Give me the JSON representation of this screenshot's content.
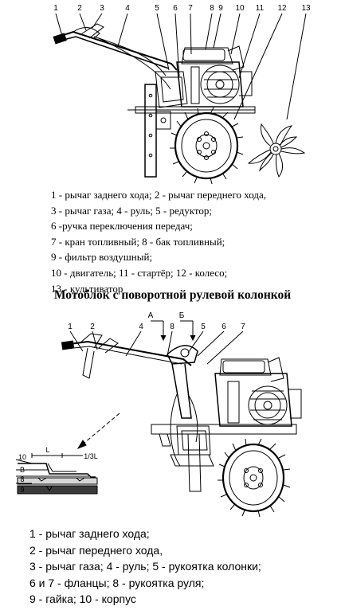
{
  "top_diagram": {
    "callouts": [
      "1",
      "2",
      "3",
      "4",
      "5",
      "6",
      "7",
      "8",
      "9",
      "10",
      "11",
      "12",
      "13"
    ]
  },
  "legend_top": [
    "1 - рычаг заднего хода; 2 - рычаг переднего хода,",
    "3 - рычаг газа; 4 - руль; 5 - редуктор;",
    "6 -ручка переключения передач;",
    "7 - кран топливный; 8 - бак топливный;",
    "9 - фильтр воздушный;",
    "10 - двигатель; 11 - стартёр; 12 - колесо;",
    "13 - культиватор"
  ],
  "section_title": "Мотоблок с поворотной рулевой колонкой",
  "bottom_diagram": {
    "callouts": [
      "1",
      "2",
      "4",
      "8",
      "5",
      "6",
      "7"
    ],
    "view_markers": [
      "А",
      "Б"
    ],
    "detail": {
      "callouts": [
        "10",
        "В",
        "8",
        "9"
      ],
      "dimension_labels": [
        "L",
        "1/3L"
      ]
    }
  },
  "legend_bottom": [
    "1 - рычаг заднего хода;",
    "2 - рычаг переднего хода,",
    "3 - рычаг газа; 4 - руль; 5 - рукоятка колонки;",
    "6 и 7 - фланцы; 8 - рукоятка руля;",
    "9 - гайка; 10 - корпус"
  ]
}
